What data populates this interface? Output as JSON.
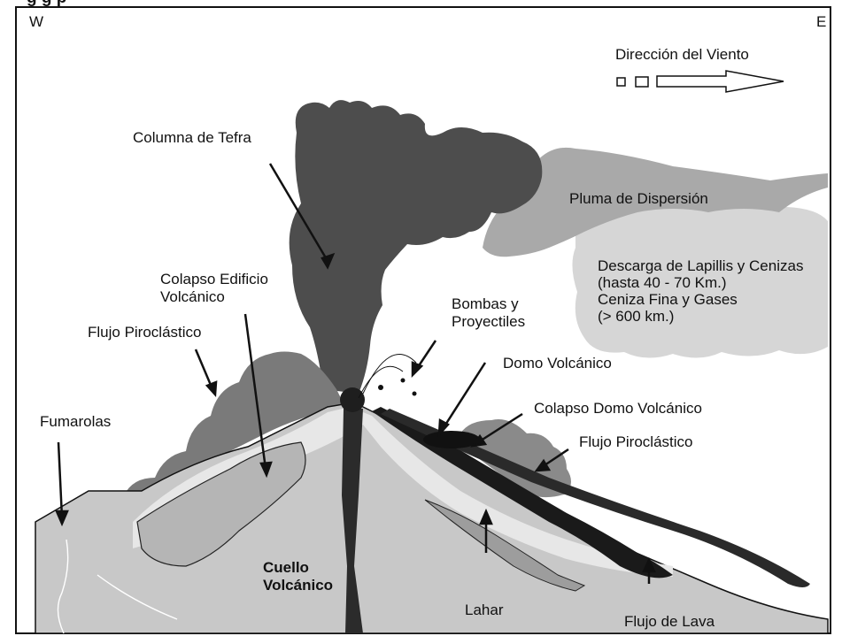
{
  "header_clip": "g      g                                         p",
  "compass": {
    "west": "W",
    "east": "E"
  },
  "wind": {
    "label": "Dirección del Viento"
  },
  "labels": {
    "columna": "Columna de Tefra",
    "pluma": "Pluma de Dispersión",
    "descarga": "Descarga de Lapillis y Cenizas\n(hasta 40 - 70 Km.)\nCeniza Fina y Gases\n(> 600 km.)",
    "colapso_edificio": "Colapso Edificio\nVolcánico",
    "bombas": "Bombas y\nProyectiles",
    "flujo_piro_izq": "Flujo Piroclástico",
    "domo": "Domo Volcánico",
    "colapso_domo": "Colapso Domo Volcánico",
    "flujo_piro_der": "Flujo Piroclástico",
    "fumarolas": "Fumarolas",
    "cuello": "Cuello\nVolcánico",
    "lahar": "Lahar",
    "flujo_lava": "Flujo de Lava"
  },
  "colors": {
    "plume_dark": "#4a4a4a",
    "plume_light": "#b9b9b9",
    "ash_cloud": "#d4d4d4",
    "ground": "#c9c9c9",
    "ground_light": "#e4e4e4",
    "flow_gray": "#8d8d8d",
    "lava": "#1a1a1a"
  }
}
